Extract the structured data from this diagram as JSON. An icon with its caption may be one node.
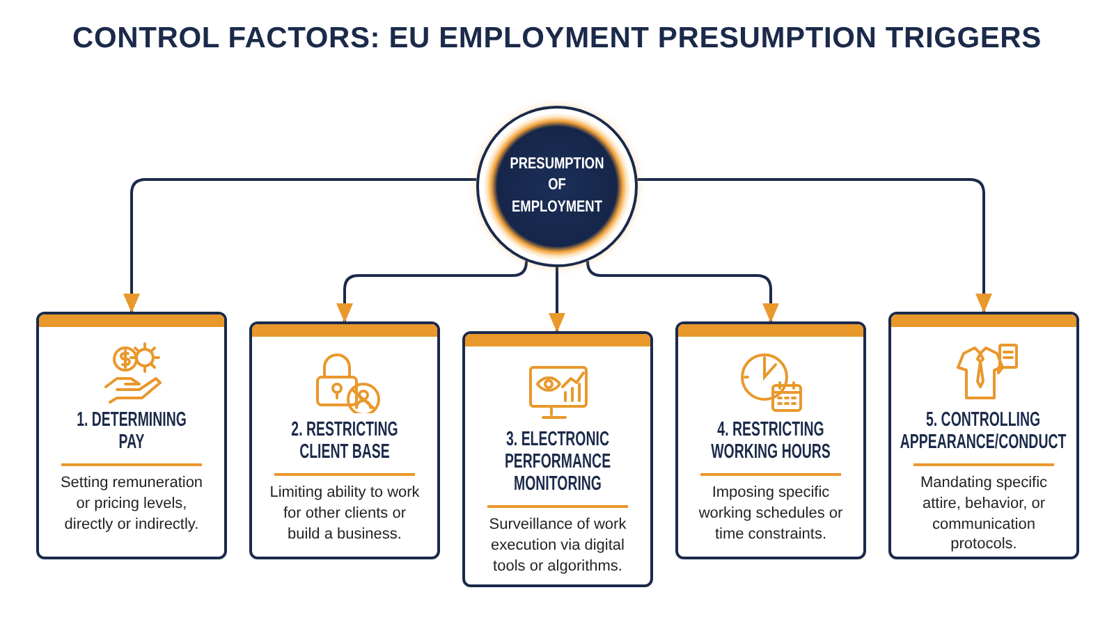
{
  "diagram": {
    "title": "CONTROL FACTORS: EU EMPLOYMENT PRESUMPTION TRIGGERS",
    "nodes": [
      {
        "text": [
          "PRESUMPTION OF EMPLOYMENT"
        ]
      },
      {
        "text": [
          "1. DETERMINING PAY",
          "Setting remuneration or pricing levels, directly or indirectly."
        ]
      },
      {
        "text": [
          "2. RESTRICTING CLIENT BASE",
          "Limiting ability to work for other clients or build a business."
        ]
      },
      {
        "text": [
          "3. ELECTRONIC PERFORMANCE MONITORING",
          "Surveillance of work execution via digital tools or algorithms."
        ]
      },
      {
        "text": [
          "4. RESTRICTING WORKING HOURS",
          "Imposing specific working schedules or time constraints."
        ]
      },
      {
        "text": [
          "5. CONTROLLING APPEARANCE/CONDUCT",
          "Mandating specific attire, behavior, or communication protocols."
        ]
      }
    ],
    "edges": [
      {
        "from": 0,
        "to": 1,
        "arrow": "to"
      },
      {
        "from": 0,
        "to": 2,
        "arrow": "to"
      },
      {
        "from": 0,
        "to": 3,
        "arrow": "to"
      },
      {
        "from": 0,
        "to": 4,
        "arrow": "to"
      },
      {
        "from": 0,
        "to": 5,
        "arrow": "to"
      }
    ]
  }
}
